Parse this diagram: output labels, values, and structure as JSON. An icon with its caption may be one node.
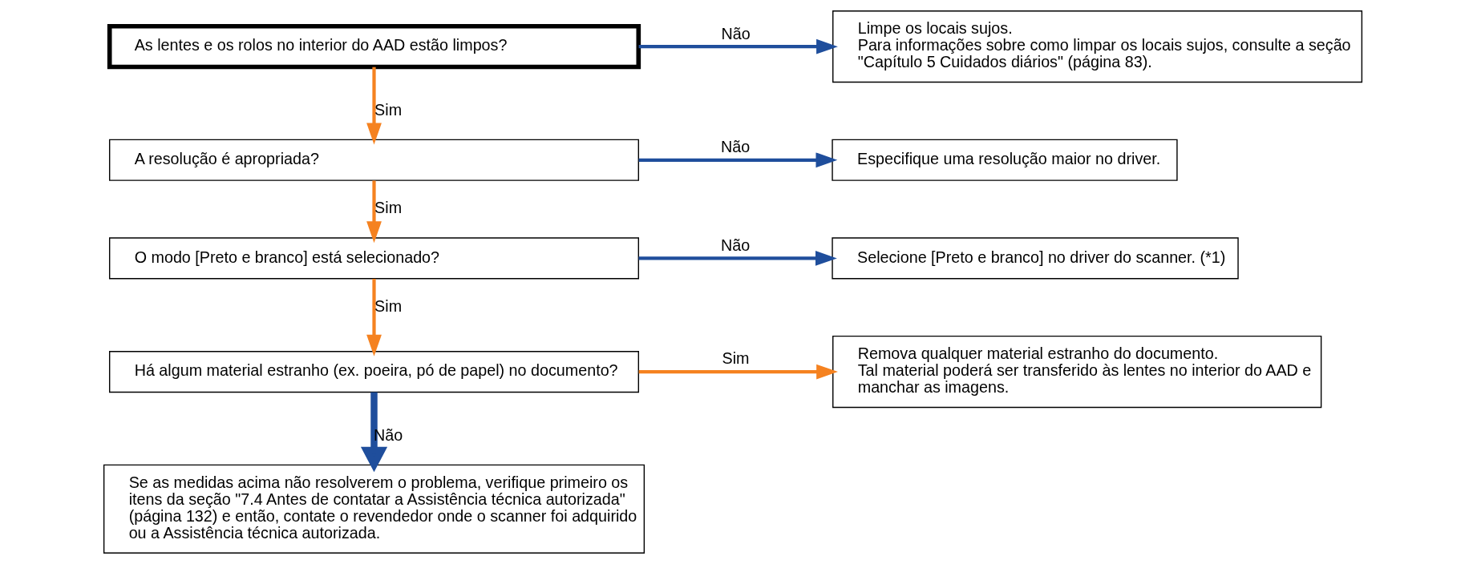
{
  "diagram": {
    "nodes": [
      {
        "text": [
          "As lentes e os rolos no interior do AAD estão limpos?"
        ]
      },
      {
        "text": [
          "Limpe os locais sujos.",
          "Para informações sobre como limpar os locais sujos, consulte a seção \"Capítulo 5 Cuidados diários\" (página 83)."
        ]
      },
      {
        "text": [
          "A resolução é apropriada?"
        ]
      },
      {
        "text": [
          "Especifique uma resolução maior no driver."
        ]
      },
      {
        "text": [
          "O modo [Preto e branco] está selecionado?"
        ]
      },
      {
        "text": [
          "Selecione [Preto e branco] no driver do scanner. (*1)"
        ]
      },
      {
        "text": [
          "Há algum material estranho (ex. poeira, pó de papel) no documento?"
        ]
      },
      {
        "text": [
          "Remova qualquer material estranho do documento.",
          "Tal material poderá ser transferido às lentes no interior do AAD e manchar as imagens."
        ]
      },
      {
        "text": [
          "Se as medidas acima não resolverem o problema, verifique primeiro os itens da seção \"7.4 Antes de contatar a Assistência técnica autorizada\" (página 132) e então, contate o revendedor onde o scanner foi adquirido ou a Assistência técnica autorizada."
        ]
      }
    ],
    "edges": [
      {
        "from": 0,
        "to": 1,
        "arrow": "to",
        "label": "Não",
        "color": "#1f4e9c"
      },
      {
        "from": 0,
        "to": 2,
        "arrow": "to",
        "label": "Sim",
        "color": "#f58220"
      },
      {
        "from": 2,
        "to": 3,
        "arrow": "to",
        "label": "Não",
        "color": "#1f4e9c"
      },
      {
        "from": 2,
        "to": 4,
        "arrow": "to",
        "label": "Sim",
        "color": "#f58220"
      },
      {
        "from": 4,
        "to": 5,
        "arrow": "to",
        "label": "Não",
        "color": "#1f4e9c"
      },
      {
        "from": 4,
        "to": 6,
        "arrow": "to",
        "label": "Sim",
        "color": "#f58220"
      },
      {
        "from": 6,
        "to": 7,
        "arrow": "to",
        "label": "Sim",
        "color": "#f58220"
      },
      {
        "from": 6,
        "to": 8,
        "arrow": "to",
        "label": "Não",
        "color": "#1f4e9c",
        "style": "thick"
      }
    ]
  }
}
